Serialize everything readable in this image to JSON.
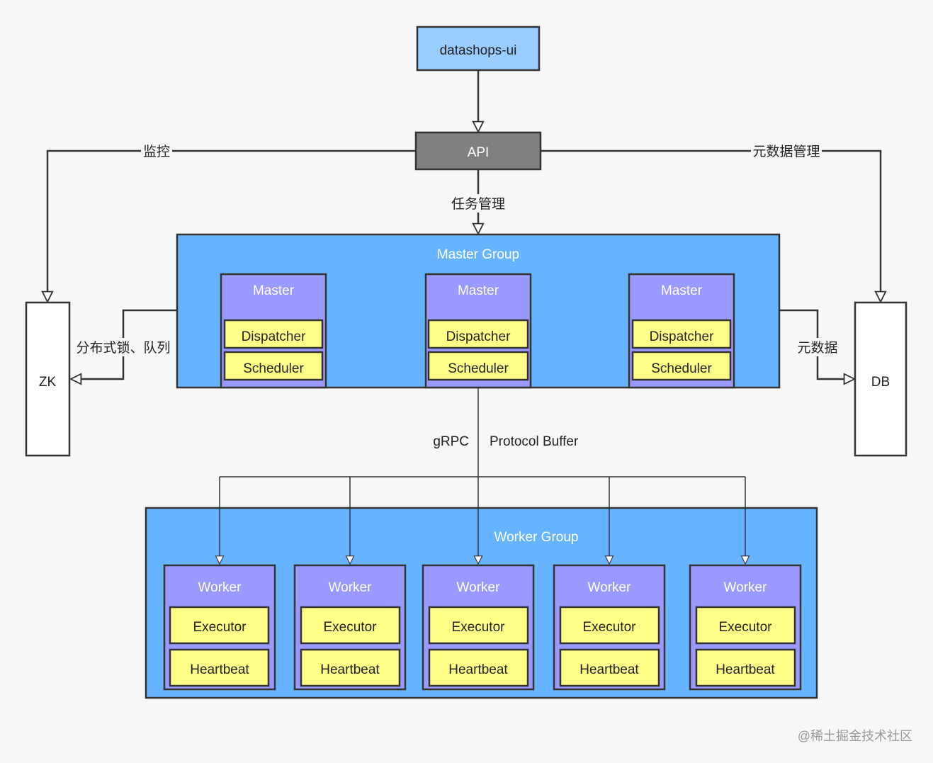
{
  "ui": {
    "label": "datashops-ui"
  },
  "api": {
    "label": "API"
  },
  "zk": {
    "label": "ZK"
  },
  "db": {
    "label": "DB"
  },
  "edges": {
    "monitor": "监控",
    "metadata_mgmt": "元数据管理",
    "task_mgmt": "任务管理",
    "lock_queue": "分布式锁、队列",
    "metadata": "元数据",
    "grpc": "gRPC",
    "protobuf": "Protocol Buffer"
  },
  "master_group": {
    "title": "Master Group",
    "masters": [
      {
        "title": "Master",
        "dispatcher": "Dispatcher",
        "scheduler": "Scheduler"
      },
      {
        "title": "Master",
        "dispatcher": "Dispatcher",
        "scheduler": "Scheduler"
      },
      {
        "title": "Master",
        "dispatcher": "Dispatcher",
        "scheduler": "Scheduler"
      }
    ]
  },
  "worker_group": {
    "title": "Worker Group",
    "workers": [
      {
        "title": "Worker",
        "executor": "Executor",
        "heartbeat": "Heartbeat"
      },
      {
        "title": "Worker",
        "executor": "Executor",
        "heartbeat": "Heartbeat"
      },
      {
        "title": "Worker",
        "executor": "Executor",
        "heartbeat": "Heartbeat"
      },
      {
        "title": "Worker",
        "executor": "Executor",
        "heartbeat": "Heartbeat"
      },
      {
        "title": "Worker",
        "executor": "Executor",
        "heartbeat": "Heartbeat"
      }
    ]
  },
  "watermark": "@稀土掘金技术社区",
  "colors": {
    "ui_fill": "#99ccff",
    "api_fill": "#808080",
    "group_fill": "#66b3ff",
    "node_fill": "#9999ff",
    "component_fill": "#ffff88",
    "stroke": "#333333"
  }
}
